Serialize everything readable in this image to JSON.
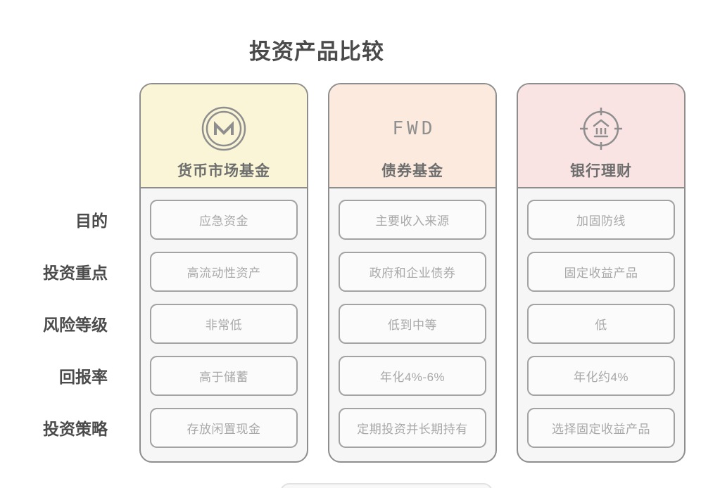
{
  "title": "投资产品比较",
  "rows": [
    {
      "label": "目的"
    },
    {
      "label": "投资重点"
    },
    {
      "label": "风险等级"
    },
    {
      "label": "回报率"
    },
    {
      "label": "投资策略"
    }
  ],
  "columns": [
    {
      "name": "货币市场基金",
      "icon": "circled-m-icon",
      "header_color": "#faf5d6",
      "cells": [
        "应急资金",
        "高流动性资产",
        "非常低",
        "高于储蓄",
        "存放闲置现金"
      ]
    },
    {
      "name": "债券基金",
      "icon_text": "FWD",
      "header_color": "#fbeadd",
      "cells": [
        "主要收入来源",
        "政府和企业债券",
        "低到中等",
        "年化4%-6%",
        "定期投资并长期持有"
      ]
    },
    {
      "name": "银行理财",
      "icon": "bank-target-icon",
      "header_color": "#f9e3e3",
      "cells": [
        "加固防线",
        "固定收益产品",
        "低",
        "年化约4%",
        "选择固定收益产品"
      ]
    }
  ],
  "colors": {
    "card_border": "#8e8e8e",
    "cell_border": "#a3a3a3",
    "cell_text": "#a8a8a8",
    "column_title_text": "#6e6e6e",
    "row_label_text": "#4b4b4b",
    "title_text": "#4a4a4a",
    "body_background": "#f6f6f6"
  }
}
